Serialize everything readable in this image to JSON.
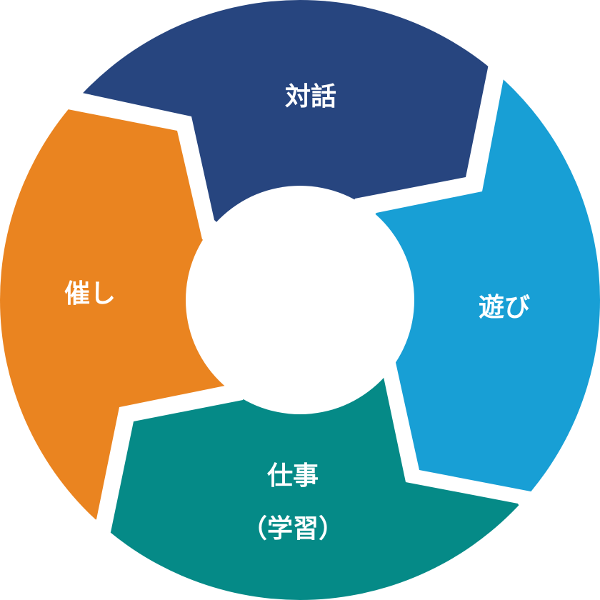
{
  "segments": [
    {
      "id": "dialogue",
      "label": "対話",
      "color": "#27457f"
    },
    {
      "id": "play",
      "label": "遊び",
      "color": "#189fd5"
    },
    {
      "id": "work",
      "label": "仕事",
      "sublabel": "（学習）",
      "color": "#058a87"
    },
    {
      "id": "events",
      "label": "催し",
      "color": "#ea8420"
    }
  ]
}
